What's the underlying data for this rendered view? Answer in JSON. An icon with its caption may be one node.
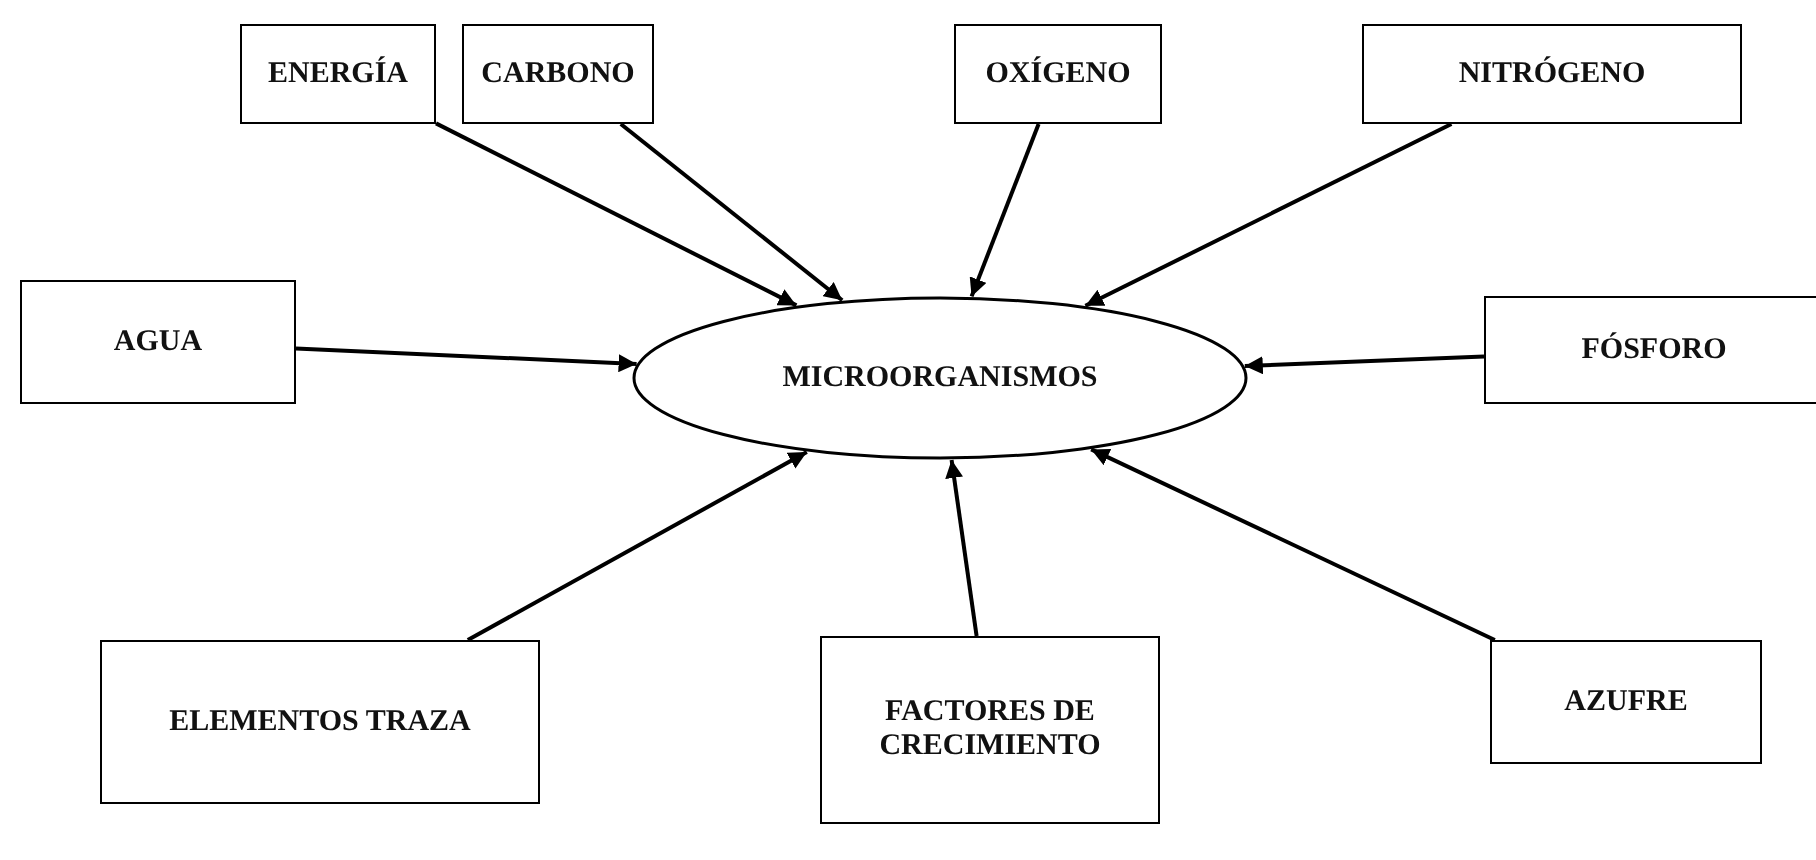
{
  "diagram": {
    "nodes": [
      {
        "text": [
          "ENERGÍA"
        ]
      },
      {
        "text": [
          "CARBONO"
        ]
      },
      {
        "text": [
          "OXÍGENO"
        ]
      },
      {
        "text": [
          "NITRÓGENO"
        ]
      },
      {
        "text": [
          "AGUA"
        ]
      },
      {
        "text": [
          "MICROORGANISMOS"
        ]
      },
      {
        "text": [
          "FÓSFORO"
        ]
      },
      {
        "text": [
          "ELEMENTOS TRAZA"
        ]
      },
      {
        "text": [
          "FACTORES DE CRECIMIENTO"
        ]
      },
      {
        "text": [
          "AZUFRE"
        ]
      }
    ],
    "edges": [
      {
        "from": 0,
        "to": 5,
        "arrow": "to"
      },
      {
        "from": 1,
        "to": 5,
        "arrow": "to"
      },
      {
        "from": 2,
        "to": 5,
        "arrow": "to"
      },
      {
        "from": 3,
        "to": 5,
        "arrow": "to"
      },
      {
        "from": 4,
        "to": 5,
        "arrow": "to"
      },
      {
        "from": 6,
        "to": 5,
        "arrow": "to"
      },
      {
        "from": 7,
        "to": 5,
        "arrow": "to"
      },
      {
        "from": 8,
        "to": 5,
        "arrow": "to"
      },
      {
        "from": 9,
        "to": 5,
        "arrow": "to"
      }
    ]
  }
}
